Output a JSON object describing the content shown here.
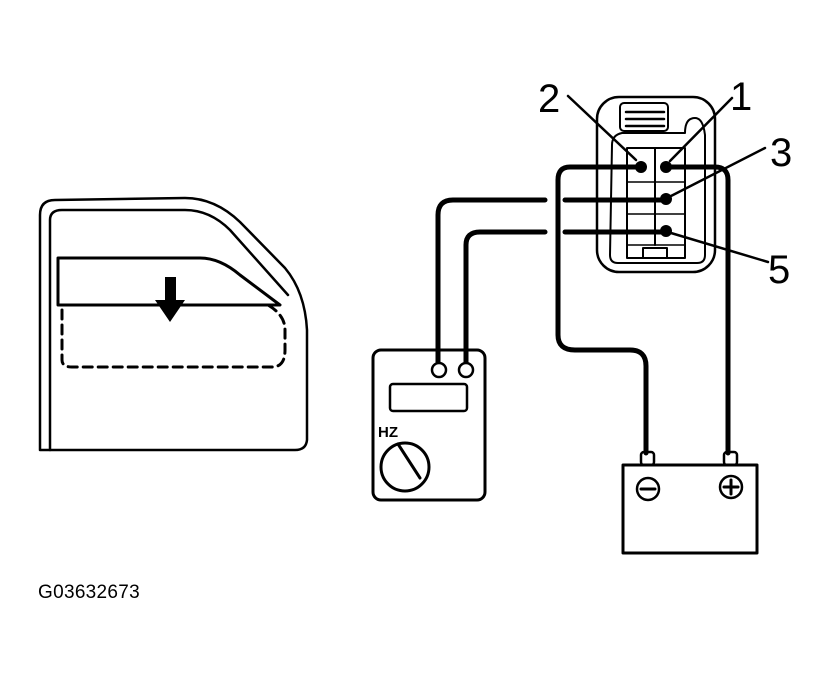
{
  "diagram": {
    "pin_labels": {
      "pin2": "2",
      "pin1": "1",
      "pin3": "3",
      "pin5": "5"
    },
    "meter_label": "HZ",
    "battery": {
      "negative_symbol": "minus",
      "positive_symbol": "plus"
    },
    "door_arrow": "down",
    "caption": "G03632673",
    "colors": {
      "line": "#000000",
      "background": "#ffffff"
    }
  }
}
